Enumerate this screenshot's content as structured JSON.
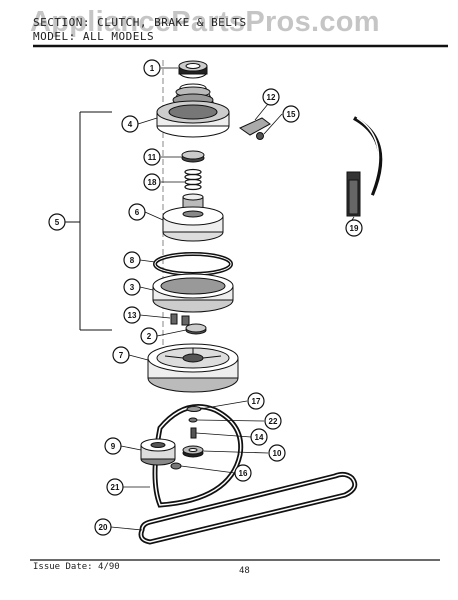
{
  "header": {
    "section_line": "SECTION: CLUTCH, BRAKE & BELTS",
    "model_line": "MODEL: ALL MODELS"
  },
  "watermark": "AppliancePartsPros.com",
  "footer": {
    "issue_date": "Issue Date: 4/90",
    "page_number": "48"
  },
  "callouts": [
    "1",
    "2",
    "3",
    "4",
    "5",
    "6",
    "7",
    "8",
    "9",
    "10",
    "11",
    "12",
    "13",
    "14",
    "15",
    "16",
    "17",
    "18",
    "19",
    "20",
    "21",
    "22"
  ]
}
